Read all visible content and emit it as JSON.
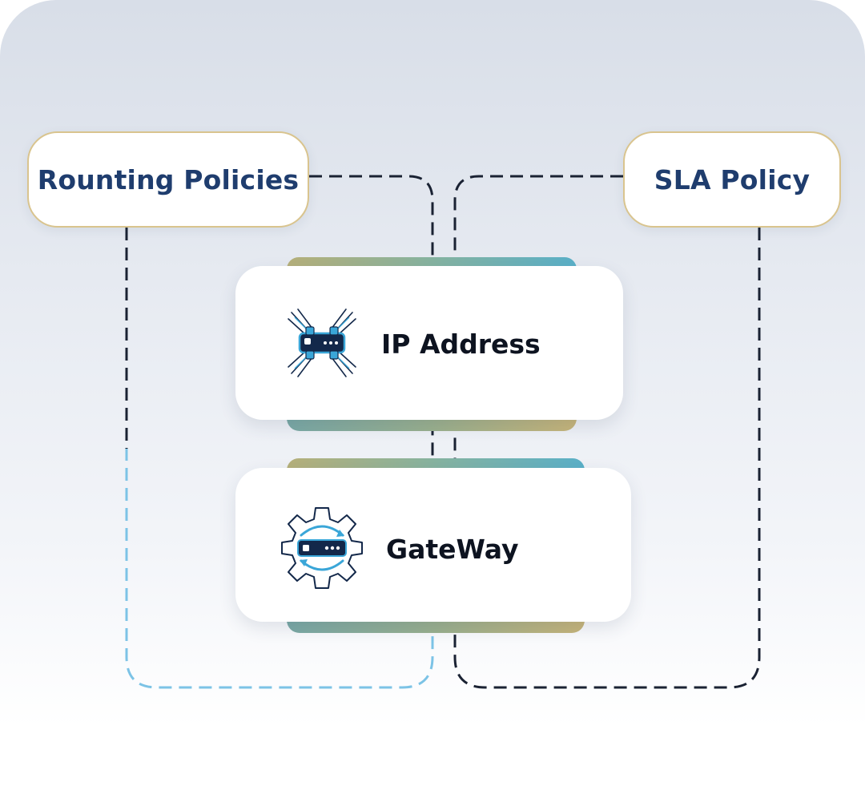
{
  "diagram": {
    "policies": {
      "left": "Rounting Policies",
      "right": "SLA Policy"
    },
    "cards": {
      "ip": {
        "label": "IP Address",
        "icon": "router-network-icon"
      },
      "gateway": {
        "label": "GateWay",
        "icon": "gear-server-icon"
      }
    },
    "colors": {
      "policy_text": "#1f3d6e",
      "policy_border": "#d9c48e",
      "connector_dark": "#1a2233",
      "connector_light": "#7cc3e6",
      "icon_dark": "#13284a",
      "icon_accent": "#3aa6d8"
    }
  }
}
